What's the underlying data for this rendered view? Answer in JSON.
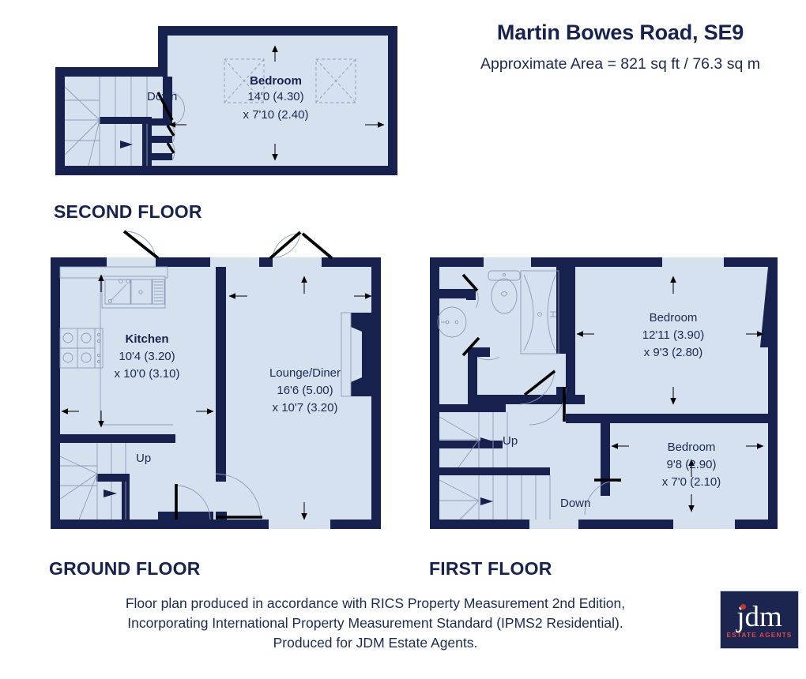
{
  "header": {
    "title": "Martin Bowes Road, SE9",
    "area": "Approximate Area = 821 sq ft / 76.3 sq m"
  },
  "floors": [
    {
      "id": "second",
      "label": "SECOND FLOOR",
      "rooms": [
        {
          "name": "Bedroom",
          "dim_line1": "14'0 (4.30)",
          "dim_line2": "x 7'10 (2.40)"
        }
      ],
      "stair_labels": [
        "Down"
      ]
    },
    {
      "id": "ground",
      "label": "GROUND FLOOR",
      "rooms": [
        {
          "name": "Kitchen",
          "dim_line1": "10'4 (3.20)",
          "dim_line2": "x 10'0 (3.10)"
        },
        {
          "name": "Lounge/Diner",
          "dim_line1": "16'6 (5.00)",
          "dim_line2": "x 10'7 (3.20)"
        }
      ],
      "stair_labels": [
        "Up"
      ]
    },
    {
      "id": "first",
      "label": "FIRST FLOOR",
      "rooms": [
        {
          "name": "Bedroom",
          "dim_line1": "12'11 (3.90)",
          "dim_line2": "x 9'3 (2.80)"
        },
        {
          "name": "Bedroom",
          "dim_line1": "9'8 (2.90)",
          "dim_line2": "x 7'0 (2.10)"
        }
      ],
      "stair_labels": [
        "Up",
        "Down"
      ]
    }
  ],
  "footer": {
    "line1": "Floor plan produced in accordance with RICS Property Measurement 2nd Edition,",
    "line2": "Incorporating International Property Measurement Standard (IPMS2 Residential).",
    "line3": "Produced for JDM Estate Agents."
  },
  "logo": {
    "word": "jdm",
    "tagline": "ESTATE AGENTS"
  },
  "colors": {
    "wall": "#16214d",
    "room_fill": "#d6e1f0",
    "text": "#17224f",
    "fixture_line": "#8d9bb5",
    "logo_bg": "#1b2550",
    "logo_accent": "#c0392b"
  }
}
